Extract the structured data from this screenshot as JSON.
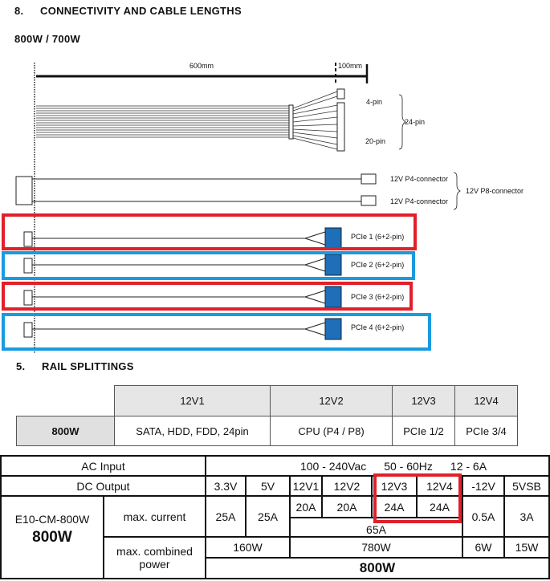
{
  "section8": {
    "number": "8.",
    "title": "CONNECTIVITY AND CABLE LENGTHS",
    "subtitle": "800W / 700W"
  },
  "diagram": {
    "dim1": "600mm",
    "dim2": "100mm",
    "pin4": "4-pin",
    "pin20": "20-pin",
    "pin24": "24-pin",
    "p4a": "12V P4-connector",
    "p4b": "12V P4-connector",
    "p8": "12V P8-connector",
    "pcie": [
      "PCIe 1 (6+2-pin)",
      "PCIe 2 (6+2-pin)",
      "PCIe 3 (6+2-pin)",
      "PCIe 4 (6+2-pin)"
    ],
    "colors": {
      "red": "#e0202a",
      "blue": "#1a9be0",
      "connector": "#1f6fb8"
    }
  },
  "section5": {
    "number": "5.",
    "title": "RAIL SPLITTINGS"
  },
  "rail_table": {
    "headers": [
      "12V1",
      "12V2",
      "12V3",
      "12V4"
    ],
    "row_label": "800W",
    "cells": [
      "SATA, HDD, FDD, 24pin",
      "CPU (P4 / P8)",
      "PCIe 1/2",
      "PCIe 3/4"
    ]
  },
  "spec_table": {
    "ac_label": "AC Input",
    "ac_voltage": "100 - 240Vac",
    "ac_freq": "50 - 60Hz",
    "ac_current": "12 - 6A",
    "dc_label": "DC Output",
    "rails": [
      "3.3V",
      "5V",
      "12V1",
      "12V2",
      "12V3",
      "12V4",
      "-12V",
      "5VSB"
    ],
    "model": "E10-CM-800W",
    "model_watt": "800W",
    "max_current_label": "max. current",
    "currents": [
      "25A",
      "25A",
      "20A",
      "20A",
      "24A",
      "24A",
      "0.5A",
      "3A"
    ],
    "combined_12v": "65A",
    "max_power_label_1": "max. combined",
    "max_power_label_2": "power",
    "powers": [
      "160W",
      "780W",
      "6W",
      "15W"
    ],
    "total": "800W"
  }
}
